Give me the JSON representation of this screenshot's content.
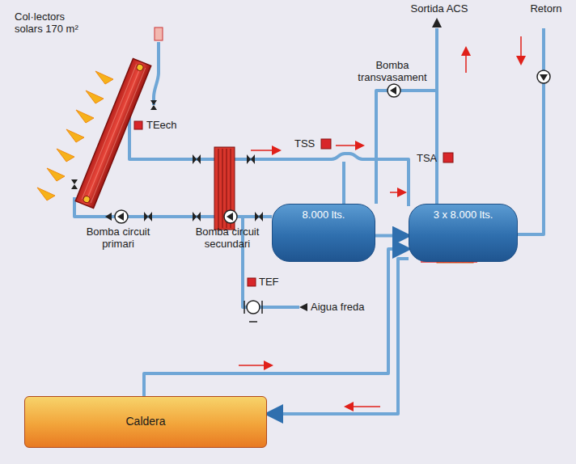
{
  "diagram": {
    "nodes": [
      {
        "text": [
          "Col·lectors solars 170 m²"
        ]
      },
      {
        "text": [
          "8.000 lts."
        ]
      },
      {
        "text": [
          "3 x 8.000 lts."
        ]
      },
      {
        "text": [
          "Caldera"
        ]
      }
    ],
    "edges": [
      {
        "from": 1,
        "to": 2,
        "arrow": "to"
      },
      {
        "from": 3,
        "to": 2,
        "arrow": "to"
      },
      {
        "from": 2,
        "to": 3,
        "arrow": "to"
      }
    ],
    "labels": [
      "TEech",
      "TSS",
      "TSA",
      "TEF",
      "Bomba circuit primari",
      "Bomba circuit secundari",
      "Bomba transvasament",
      "Aigua freda",
      "Sortida ACS",
      "Retorn"
    ]
  }
}
